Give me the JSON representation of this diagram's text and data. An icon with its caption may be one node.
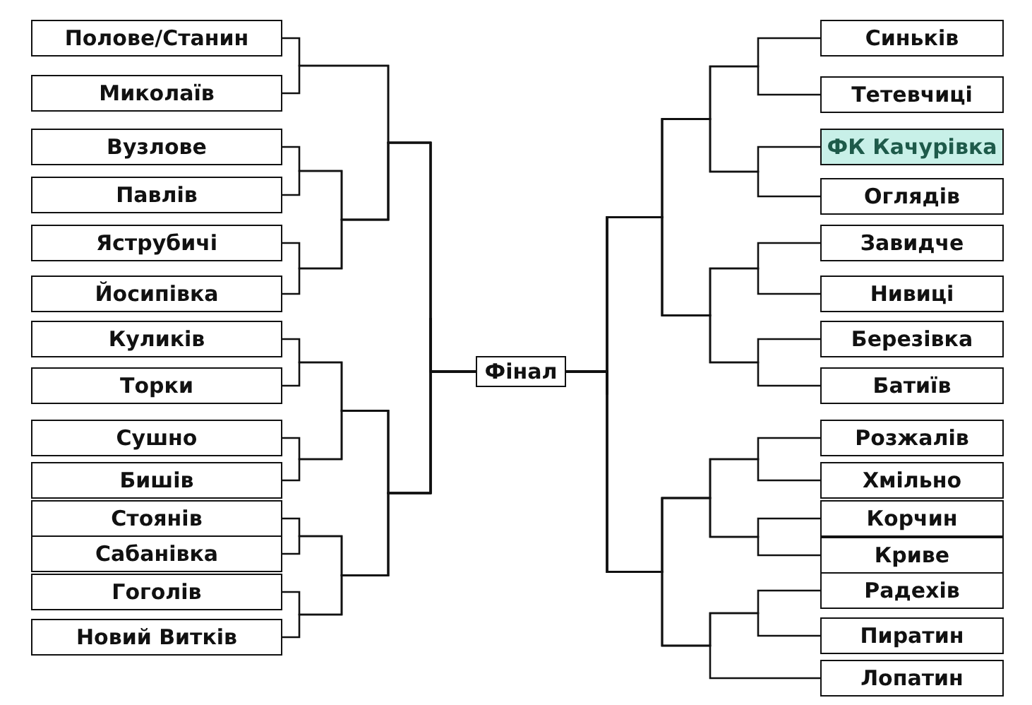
{
  "diagram": {
    "nodes": [
      {
        "text": [
          "Полове/Станин"
        ]
      },
      {
        "text": [
          "Миколаїв"
        ]
      },
      {
        "text": [
          "Вузлове"
        ]
      },
      {
        "text": [
          "Павлів"
        ]
      },
      {
        "text": [
          "Яструбичі"
        ]
      },
      {
        "text": [
          "Йосипівка"
        ]
      },
      {
        "text": [
          "Куликів"
        ]
      },
      {
        "text": [
          "Торки"
        ]
      },
      {
        "text": [
          "Сушно"
        ]
      },
      {
        "text": [
          "Бишів"
        ]
      },
      {
        "text": [
          "Стоянів"
        ]
      },
      {
        "text": [
          "Сабанівка"
        ]
      },
      {
        "text": [
          "Гоголів"
        ]
      },
      {
        "text": [
          "Новий Витків"
        ]
      },
      {
        "text": [
          "Фінал"
        ]
      },
      {
        "text": [
          "Синьків"
        ]
      },
      {
        "text": [
          "Тетевчиці"
        ]
      },
      {
        "text": [
          "ФК Качурівка"
        ]
      },
      {
        "text": [
          "Оглядів"
        ]
      },
      {
        "text": [
          "Завидче"
        ]
      },
      {
        "text": [
          "Нивиці"
        ]
      },
      {
        "text": [
          "Березівка"
        ]
      },
      {
        "text": [
          "Батиїв"
        ]
      },
      {
        "text": [
          "Розжалів"
        ]
      },
      {
        "text": [
          "Хмільно"
        ]
      },
      {
        "text": [
          "Корчин"
        ]
      },
      {
        "text": [
          "Криве"
        ]
      },
      {
        "text": [
          "Радехів"
        ]
      },
      {
        "text": [
          "Пиратин"
        ]
      },
      {
        "text": [
          "Лопатин"
        ]
      }
    ],
    "edges": [
      {
        "from": 0,
        "to": 14,
        "arrow": "none"
      },
      {
        "from": 1,
        "to": 14,
        "arrow": "none"
      },
      {
        "from": 2,
        "to": 14,
        "arrow": "none"
      },
      {
        "from": 3,
        "to": 14,
        "arrow": "none"
      },
      {
        "from": 4,
        "to": 14,
        "arrow": "none"
      },
      {
        "from": 5,
        "to": 14,
        "arrow": "none"
      },
      {
        "from": 6,
        "to": 14,
        "arrow": "none"
      },
      {
        "from": 7,
        "to": 14,
        "arrow": "none"
      },
      {
        "from": 8,
        "to": 14,
        "arrow": "none"
      },
      {
        "from": 9,
        "to": 14,
        "arrow": "none"
      },
      {
        "from": 10,
        "to": 14,
        "arrow": "none"
      },
      {
        "from": 11,
        "to": 14,
        "arrow": "none"
      },
      {
        "from": 12,
        "to": 14,
        "arrow": "none"
      },
      {
        "from": 13,
        "to": 14,
        "arrow": "none"
      },
      {
        "from": 15,
        "to": 14,
        "arrow": "none"
      },
      {
        "from": 16,
        "to": 14,
        "arrow": "none"
      },
      {
        "from": 17,
        "to": 14,
        "arrow": "none"
      },
      {
        "from": 18,
        "to": 14,
        "arrow": "none"
      },
      {
        "from": 19,
        "to": 14,
        "arrow": "none"
      },
      {
        "from": 20,
        "to": 14,
        "arrow": "none"
      },
      {
        "from": 21,
        "to": 14,
        "arrow": "none"
      },
      {
        "from": 22,
        "to": 14,
        "arrow": "none"
      },
      {
        "from": 23,
        "to": 14,
        "arrow": "none"
      },
      {
        "from": 24,
        "to": 14,
        "arrow": "none"
      },
      {
        "from": 25,
        "to": 14,
        "arrow": "none"
      },
      {
        "from": 26,
        "to": 14,
        "arrow": "none"
      },
      {
        "from": 27,
        "to": 14,
        "arrow": "none"
      },
      {
        "from": 28,
        "to": 14,
        "arrow": "none"
      },
      {
        "from": 29,
        "to": 14,
        "arrow": "none"
      }
    ]
  }
}
